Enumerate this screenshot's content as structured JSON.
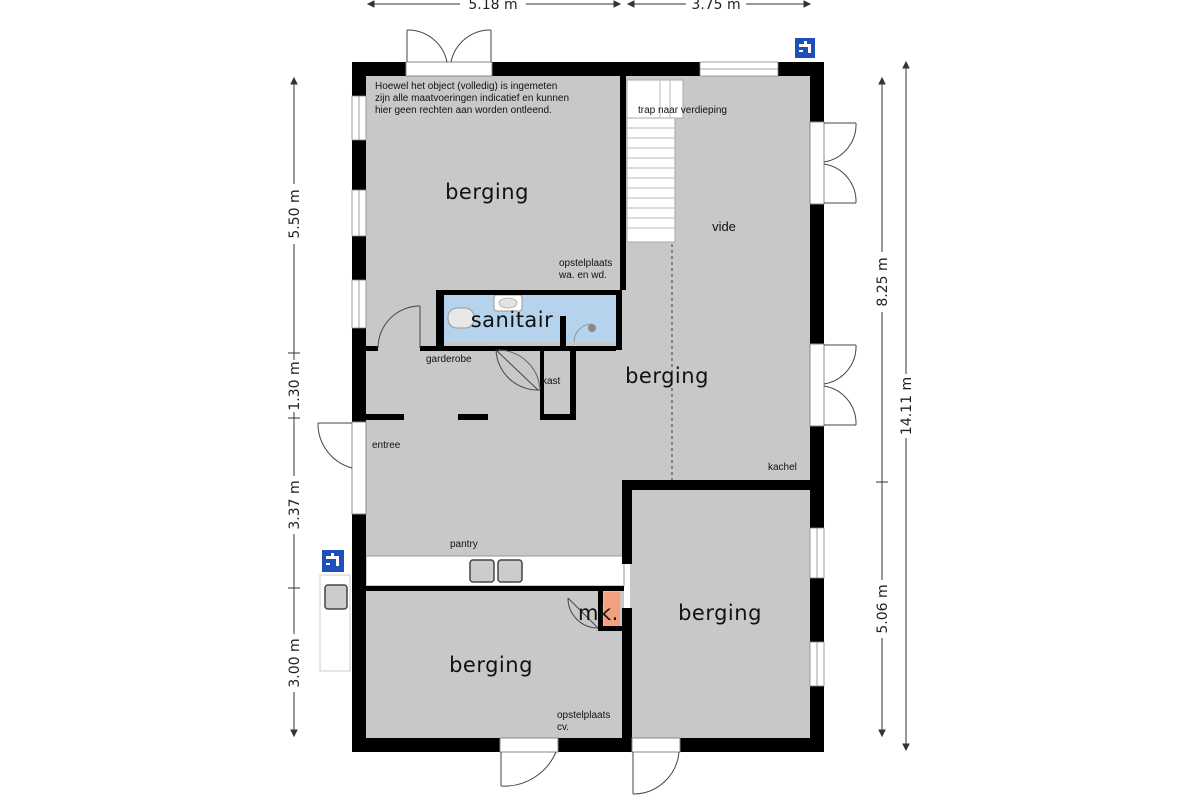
{
  "disclaimer": {
    "line1": "Hoewel het object (volledig) is ingemeten",
    "line2": "zijn alle maatvoeringen indicatief en kunnen",
    "line3": "hier geen rechten aan worden ontleend."
  },
  "rooms": {
    "berging_top": "berging",
    "berging_center": "berging",
    "berging_right": "berging",
    "berging_bottom": "berging",
    "sanitair": "sanitair",
    "vide": "vide",
    "entree": "entree",
    "garderobe": "garderobe",
    "kast": "kast",
    "pantry": "pantry",
    "mk": "mk.",
    "kachel": "kachel",
    "trap": "trap naar verdieping",
    "opstel_wa_1": "opstelplaats",
    "opstel_wa_2": "wa. en wd.",
    "opstel_cv_1": "opstelplaats",
    "opstel_cv_2": "cv."
  },
  "dimensions": {
    "top_left": "5.18 m",
    "top_right": "3.75 m",
    "left_1": "5.50 m",
    "left_2": "1.30 m",
    "left_3": "3.37 m",
    "left_4": "3.00 m",
    "right_upper": "8.25 m",
    "right_lower": "5.06 m",
    "right_total": "14.11 m"
  },
  "colors": {
    "floor": "#c8c8c8",
    "wall": "#000000",
    "sanitair": "#b5d3ec",
    "meterkast": "#f3a07e",
    "tap_badge": "#1f4fb8"
  },
  "icons": [
    "water-tap-icon",
    "sink-icon",
    "toilet-icon",
    "shower-drain-icon",
    "door-swing-icon"
  ]
}
